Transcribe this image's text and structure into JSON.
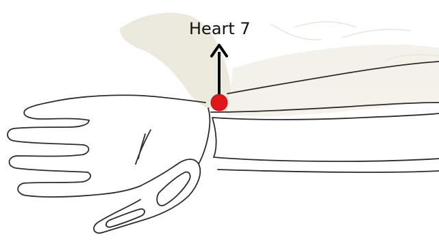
{
  "annotation": {
    "label": "Heart 7"
  },
  "colors": {
    "outline": "#2b2b2b",
    "point": "#e0161c",
    "arrow": "#000000",
    "shading": "#ddd9c3"
  },
  "icons": {
    "point_marker": "red-dot-marker",
    "arrow": "up-arrow"
  }
}
